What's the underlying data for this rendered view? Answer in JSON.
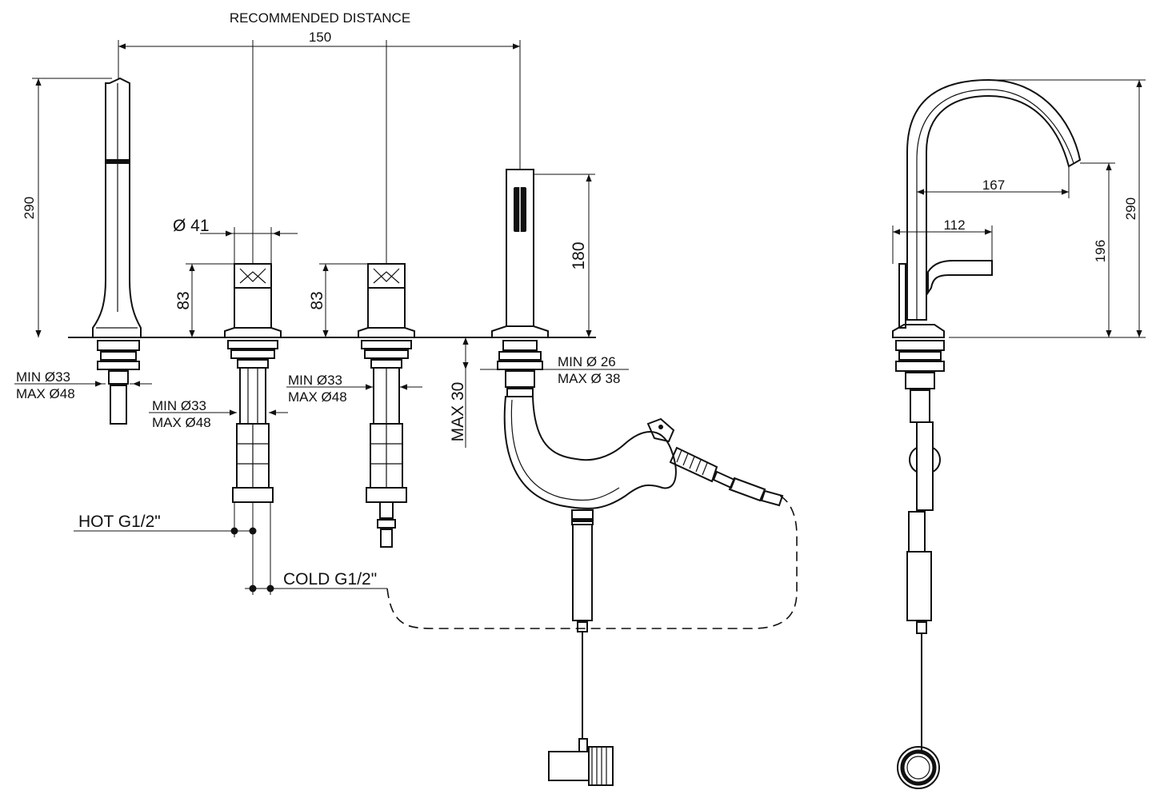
{
  "drawing": {
    "header": "RECOMMENDED DISTANCE",
    "dimensions": {
      "spacing": "150",
      "spout_height": "290",
      "handle_diameter": "Ø  41",
      "left_handle_height": "83",
      "right_handle_height": "83",
      "shower_height": "180",
      "deck_thickness": "MAX 30",
      "side_reach": "167",
      "side_lever": "112",
      "side_outlet_height": "196",
      "side_total_height": "290"
    },
    "hole_specs": {
      "spout_min": "MIN Ø33",
      "spout_max": "MAX Ø48",
      "hot_min": "MIN Ø33",
      "hot_max": "MAX Ø48",
      "cold_min": "MIN Ø33",
      "cold_max": "MAX Ø48",
      "shower_min": "MIN Ø  26",
      "shower_max": "MAX Ø 38"
    },
    "connections": {
      "hot": "HOT G1/2\"",
      "cold": "COLD G1/2\""
    }
  }
}
